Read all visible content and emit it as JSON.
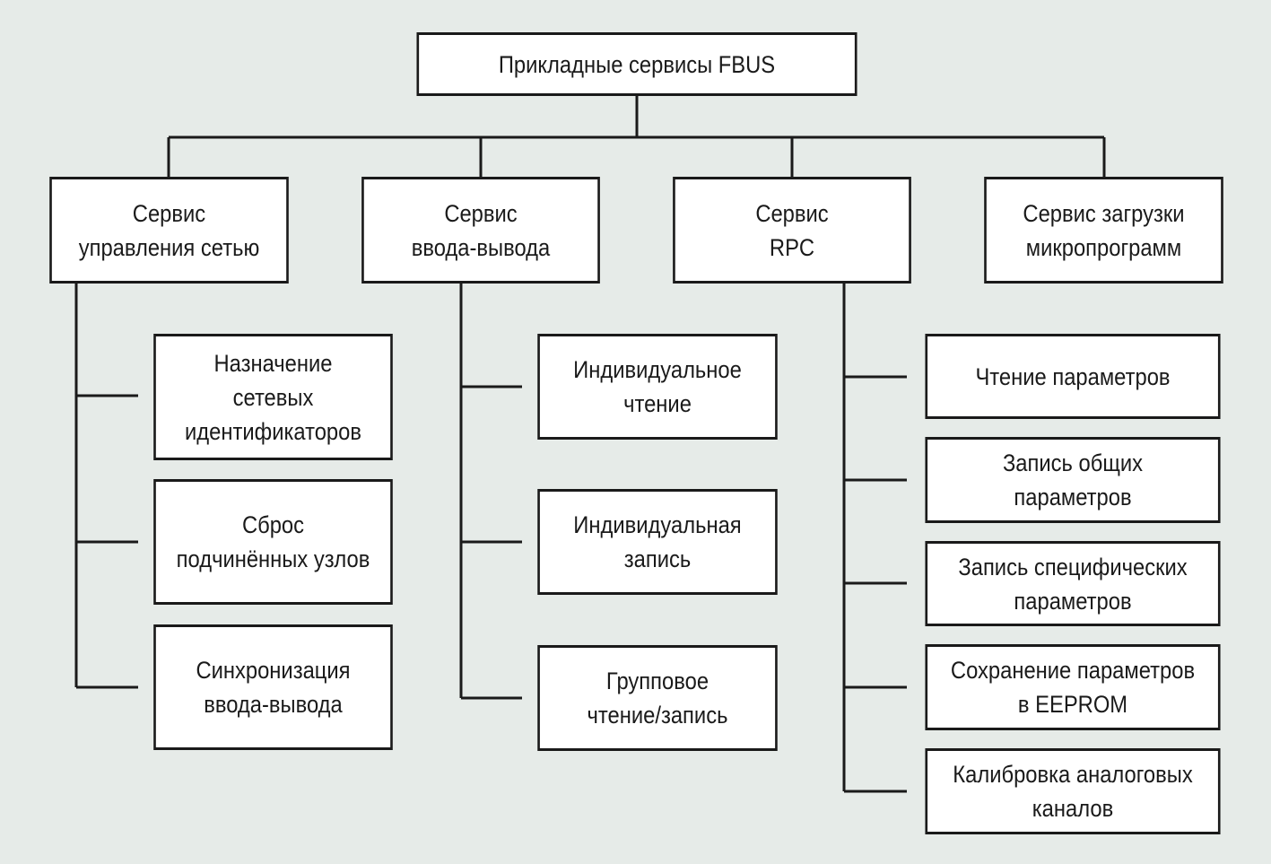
{
  "diagram": {
    "root": "Прикладные сервисы FBUS",
    "services": [
      {
        "label": "Сервис\nуправления сетью",
        "items": [
          "Назначение\nсетевых\nидентификаторов",
          "Сброс\nподчинённых узлов",
          "Синхронизация\nввода-вывода"
        ]
      },
      {
        "label": "Сервис\nввода-вывода",
        "items": [
          "Индивидуальное\nчтение",
          "Индивидуальная\nзапись",
          "Групповое\nчтение/запись"
        ]
      },
      {
        "label": "Сервис\nRPC",
        "items": [
          "Чтение параметров",
          "Запись общих\nпараметров",
          "Запись специфических\nпараметров",
          "Сохранение параметров\nв EEPROM",
          "Калибровка аналоговых\nканалов"
        ]
      },
      {
        "label": "Сервис загрузки\nмикропрограмм",
        "items": []
      }
    ]
  }
}
